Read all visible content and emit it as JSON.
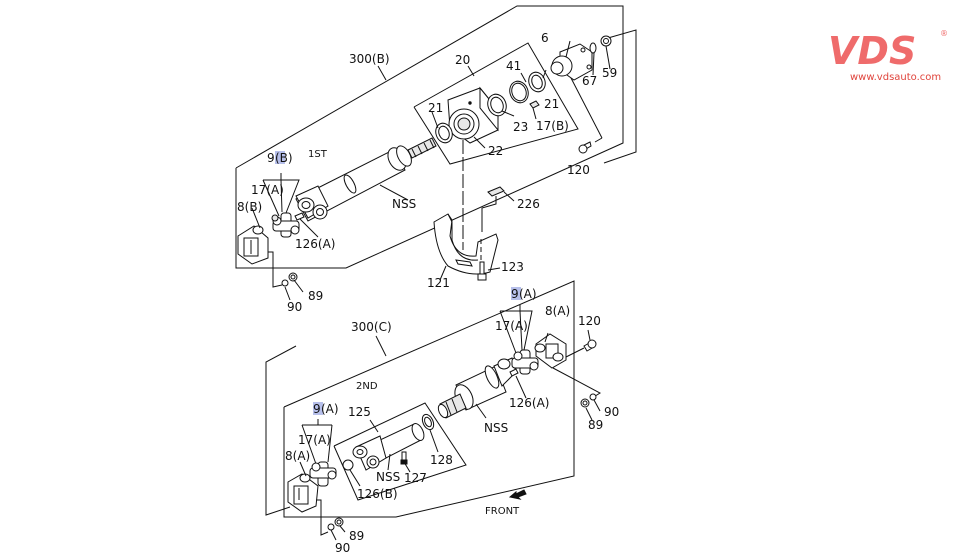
{
  "logo": {
    "brand": "VDS",
    "registered": "®",
    "url": "www.vdsauto.com",
    "color": "#ef6b6b"
  },
  "diagram": {
    "title": "Propeller Shaft Assembly",
    "highlight_color": "#a9b4e6",
    "groups": {
      "upper_assembly": "300(B)",
      "upper_stage": "1ST",
      "lower_assembly": "300(C)",
      "lower_stage": "2ND",
      "bearing_kit": "20",
      "slip_yoke_kit": "125"
    },
    "upper_labels": {
      "p300b": "300(B)",
      "p20": "20",
      "p6": "6",
      "p67": "67",
      "p59": "59",
      "p41": "41",
      "p21a": "21",
      "p21b": "21",
      "p23": "23",
      "p17b": "17(B)",
      "p22": "22",
      "p120": "120",
      "p9b_num": "9",
      "p9b_suffix": "(B)",
      "p1st": "1ST",
      "p17a": "17(A)",
      "p8b": "8(B)",
      "p126a": "126(A)",
      "pnss": "NSS",
      "p89": "89",
      "p90": "90"
    },
    "mount_labels": {
      "p226": "226",
      "p123": "123",
      "p121": "121"
    },
    "lower_labels": {
      "p9a_num": "9",
      "p9a_suffix": "(A)",
      "p17a": "17(A)",
      "p8a": "8(A)",
      "p120": "120",
      "p126a": "126(A)",
      "pnss": "NSS",
      "p90": "90",
      "p89": "89",
      "p300c": "300(C)",
      "p2nd": "2ND",
      "p9a2_num": "9",
      "p9a2_suffix": "(A)",
      "p125": "125",
      "p17a2": "17(A)",
      "p8a2": "8(A)",
      "p128": "128",
      "pnss2": "NSS",
      "p127": "127",
      "p126b": "126(B)",
      "p89b": "89",
      "p90b": "90",
      "front": "FRONT"
    },
    "highlighted_part": "9"
  }
}
